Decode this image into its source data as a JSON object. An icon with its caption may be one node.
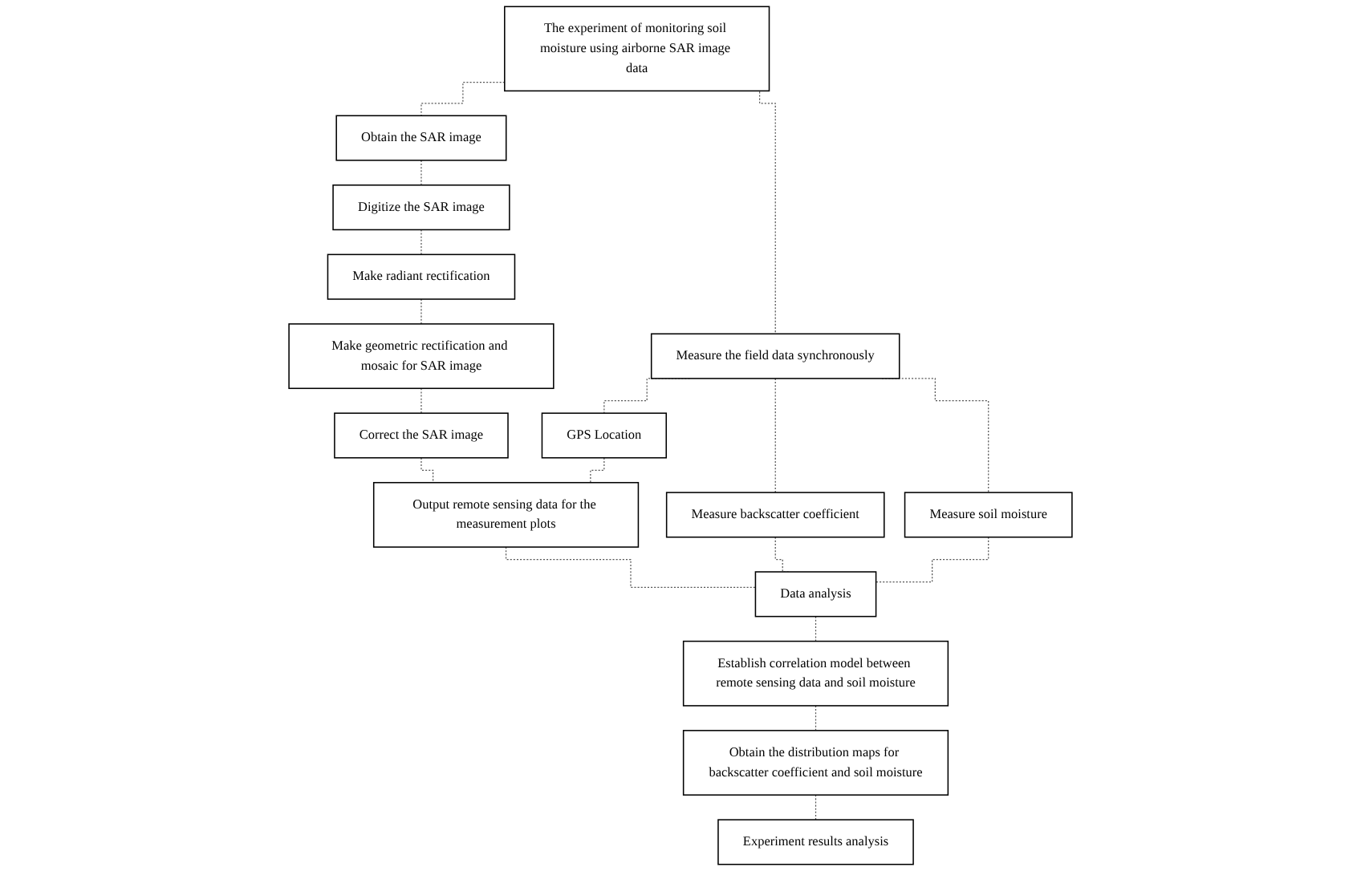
{
  "diagram": {
    "nodes": [
      {
        "text": [
          "The experiment of monitoring soil moisture using airborne SAR image data"
        ]
      },
      {
        "text": [
          "Obtain the SAR image"
        ]
      },
      {
        "text": [
          "Measure the field data synchronously"
        ]
      },
      {
        "text": [
          "Digitize the SAR image"
        ]
      },
      {
        "text": [
          "Make radiant rectification"
        ]
      },
      {
        "text": [
          "Make geometric rectification and mosaic for SAR image"
        ]
      },
      {
        "text": [
          "Correct the SAR image"
        ]
      },
      {
        "text": [
          "Output remote sensing data for the measurement plots"
        ]
      },
      {
        "text": [
          "GPS Location"
        ]
      },
      {
        "text": [
          "Measure backscatter coefficient"
        ]
      },
      {
        "text": [
          "Measure soil moisture"
        ]
      },
      {
        "text": [
          "Data analysis"
        ]
      },
      {
        "text": [
          "Establish correlation model between remote sensing data and soil moisture"
        ]
      },
      {
        "text": [
          "Obtain the distribution maps for backscatter coefficient and soil moisture"
        ]
      },
      {
        "text": [
          "Experiment results analysis"
        ]
      }
    ],
    "edges": [
      {
        "from": 0,
        "to": 1,
        "arrow": "none",
        "style": "dashed"
      },
      {
        "from": 0,
        "to": 2,
        "arrow": "none",
        "style": "dashed"
      },
      {
        "from": 1,
        "to": 3,
        "arrow": "none",
        "style": "dashed"
      },
      {
        "from": 3,
        "to": 4,
        "arrow": "none",
        "style": "dashed"
      },
      {
        "from": 4,
        "to": 5,
        "arrow": "none",
        "style": "dashed"
      },
      {
        "from": 5,
        "to": 6,
        "arrow": "none",
        "style": "dashed"
      },
      {
        "from": 6,
        "to": 7,
        "arrow": "none",
        "style": "dashed"
      },
      {
        "from": 2,
        "to": 8,
        "arrow": "none",
        "style": "dashed"
      },
      {
        "from": 2,
        "to": 9,
        "arrow": "none",
        "style": "dashed"
      },
      {
        "from": 2,
        "to": 10,
        "arrow": "none",
        "style": "dashed"
      },
      {
        "from": 8,
        "to": 7,
        "arrow": "none",
        "style": "dashed"
      },
      {
        "from": 9,
        "to": 11,
        "arrow": "none",
        "style": "dashed"
      },
      {
        "from": 10,
        "to": 11,
        "arrow": "none",
        "style": "dashed"
      },
      {
        "from": 7,
        "to": 11,
        "arrow": "none",
        "style": "dashed"
      },
      {
        "from": 11,
        "to": 12,
        "arrow": "none",
        "style": "dashed"
      },
      {
        "from": 12,
        "to": 13,
        "arrow": "none",
        "style": "dashed"
      },
      {
        "from": 13,
        "to": 14,
        "arrow": "none",
        "style": "dashed"
      }
    ]
  }
}
